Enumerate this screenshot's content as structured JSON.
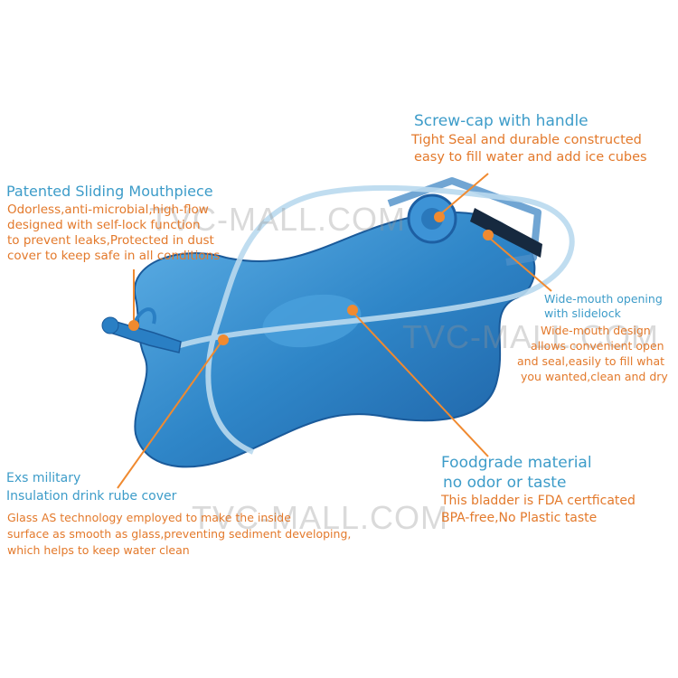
{
  "watermark": "TVC-MALL.COM",
  "colors": {
    "heading": "#3d9cc9",
    "body": "#e3792b",
    "leader": "#f08a30",
    "bladder": "#2f86c8"
  },
  "callouts": {
    "screwcap": {
      "title": "Screw-cap with handle",
      "lines": [
        "Tight Seal and durable constructed",
        "easy to fill water and add ice cubes"
      ]
    },
    "mouthpiece": {
      "title": "Patented Sliding Mouthpiece",
      "lines": [
        "Odorless,anti-microbial,high-flow",
        "designed with self-lock function",
        "to prevent leaks,Protected in dust",
        "cover to keep safe in all conditions"
      ]
    },
    "widemouth": {
      "title_lines": [
        "Wide-mouth opening",
        "with slidelock"
      ],
      "lines": [
        "Wide-mouth design",
        "allows convenient open",
        "and seal,easily to fill what",
        "you wanted,clean and dry"
      ]
    },
    "foodgrade": {
      "title_lines": [
        "Foodgrade material",
        "no odor or taste"
      ],
      "lines": [
        "This bladder is FDA certficated",
        "BPA-free,No Plastic taste"
      ]
    },
    "tubecover": {
      "title_lines": [
        "Exs military",
        "Insulation drink rube cover"
      ],
      "lines": [
        "Glass AS technology employed to make the inside",
        "surface as smooth as glass,preventing sediment developing,",
        "which helps to keep water clean"
      ]
    }
  }
}
